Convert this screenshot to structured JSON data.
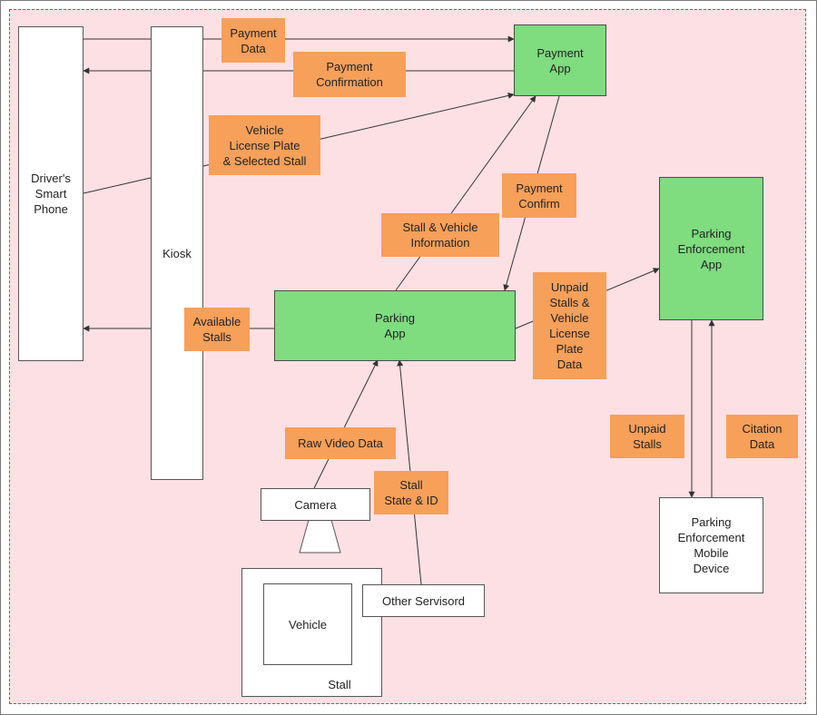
{
  "nodes": {
    "smartphone": "Driver's\nSmart\nPhone",
    "kiosk": "Kiosk",
    "payment_app": "Payment\nApp",
    "parking_app": "Parking\nApp",
    "enforcement_app": "Parking\nEnforcement\nApp",
    "camera": "Camera",
    "vehicle": "Vehicle",
    "stall": "Stall",
    "other_sensors": "Other Servisord",
    "mobile_device": "Parking\nEnforcement\nMobile\nDevice"
  },
  "labels": {
    "payment_data": "Payment\nData",
    "payment_confirmation": "Payment\nConfirmation",
    "vehicle_plate_stall": "Vehicle\nLicense Plate\n& Selected Stall",
    "payment_confirm": "Payment\nConfirm",
    "stall_vehicle_info": "Stall & Vehicle\nInformation",
    "available_stalls": "Available\nStalls",
    "unpaid_stalls_data": "Unpaid\nStalls &\nVehicle\nLicense\nPlate\nData",
    "raw_video_data": "Raw Video Data",
    "stall_state_id": "Stall\nState & ID",
    "unpaid_stalls": "Unpaid\nStalls",
    "citation_data": "Citation\nData"
  },
  "colors": {
    "app_green": "#7fdc7f",
    "label_orange": "#f6a05a",
    "boundary_pink": "#fde0e4",
    "boundary_red": "#c0454f"
  }
}
